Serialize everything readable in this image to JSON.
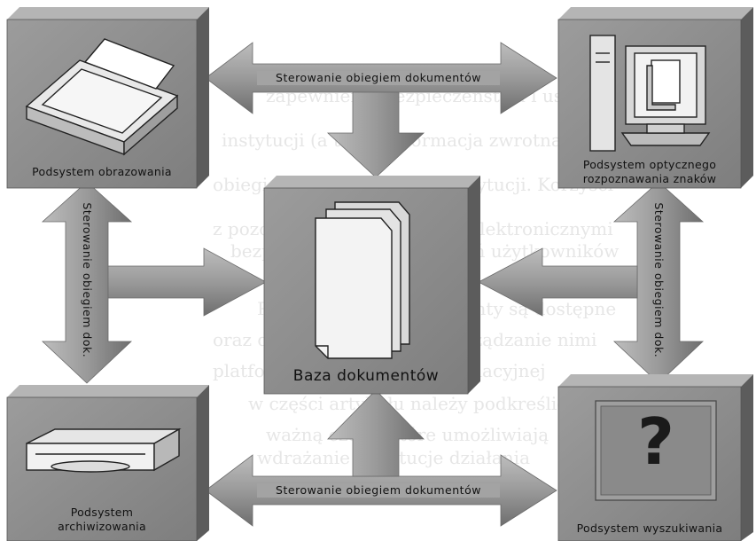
{
  "flow_top": "Sterowanie obiegiem dokumentów",
  "flow_bottom": "Sterowanie obiegiem dokumentów",
  "flow_left": "Sterowanie obiegiem dok.",
  "flow_right": "Sterowanie obiegiem dok.",
  "database": "Baza dokumentów",
  "subsystems": {
    "imaging": "Podsystem obrazowania",
    "ocr_line1": "Podsystem optycznego",
    "ocr_line2": "rozpoznawania znaków",
    "archive_line1": "Podsystem",
    "archive_line2": "archiwizowania",
    "search": "Podsystem wyszukiwania"
  },
  "search_symbol": "?",
  "colors": {
    "box": "#8f8f8f",
    "arrow": "#9b9b9b",
    "dark": "#4a4a4a"
  }
}
